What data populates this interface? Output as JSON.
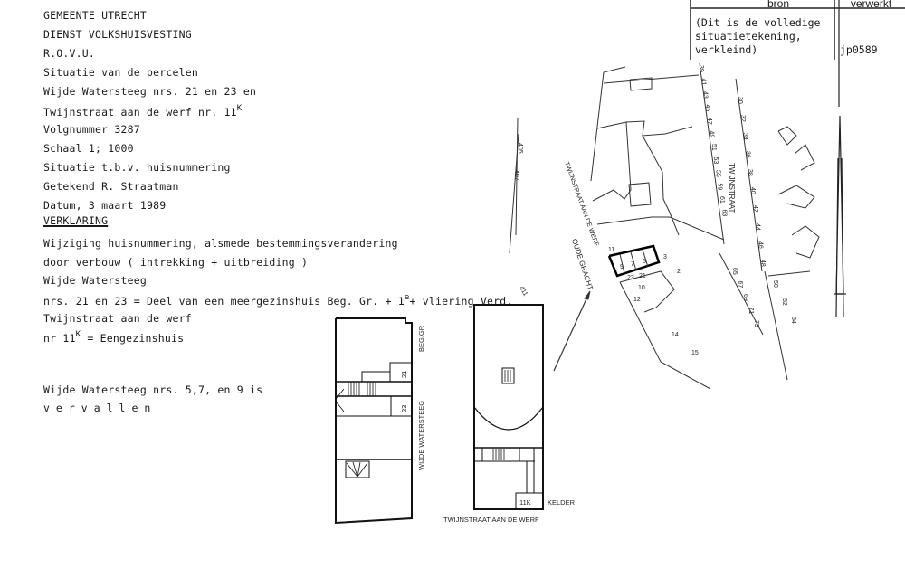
{
  "header": {
    "lines": [
      "GEMEENTE        UTRECHT",
      "DIENST  VOLKSHUISVESTING",
      "R.O.V.U.",
      "Situatie van de percelen",
      "Wijde Watersteeg nrs. 21 en 23 en",
      "Twijnstraat aan de werf nr. 11",
      "Volgnummer 3287",
      "Schaal 1; 1000",
      "Situatie t.b.v. huisnummering",
      "Getekend R. Straatman",
      "Datum, 3 maart 1989"
    ],
    "sup_k": "K",
    "verklaring": "VERKLARING"
  },
  "body": {
    "line1": "Wijziging huisnummering, alsmede bestemmingsverandering",
    "line2": "door verbouw ( intrekking + uitbreiding )",
    "line3": "Wijde Watersteeg",
    "line4a": "nrs. 21 en 23 = Deel van een meergezinshuis Beg. Gr. + 1",
    "line4sup": "e",
    "line4b": "+ vliering Verd.",
    "line5": "Twijnstraat aan de werf",
    "line6a": "nr 11",
    "line6sup": "K",
    "line6b": " = Eengezinshuis",
    "line7": "Wijde Watersteeg nrs. 5,7, en 9 is",
    "line8": "vervallen"
  },
  "table": {
    "col1_header": "bron",
    "col2_header": "verwerkt",
    "bron_lines": [
      "(Dit is de volledige",
      "situatietekening,",
      "verkleind)"
    ],
    "verwerkt": "jp0589"
  },
  "map": {
    "street_twijnstraat": "TWIJNSTRAAT",
    "street_werf": "TWIJNSTRAAT AAN DE WERF",
    "oude_gracht": "OUDE GRACHT",
    "west_numbers": [
      "405",
      "407",
      "411"
    ],
    "street_numbers": [
      "39",
      "41",
      "43",
      "45",
      "47",
      "49",
      "51",
      "53",
      "55",
      "59",
      "61",
      "63",
      "65",
      "67",
      "69",
      "71",
      "73"
    ],
    "east_numbers": [
      "30",
      "32",
      "34",
      "36",
      "38",
      "40",
      "42",
      "44",
      "46",
      "48",
      "50",
      "52",
      "54"
    ],
    "block_numbers": [
      "11",
      "9",
      "7",
      "5",
      "3",
      "23",
      "21",
      "10",
      "12",
      "14",
      "15",
      "2"
    ]
  },
  "plans": {
    "left": {
      "beg_gr": "BEG.GR",
      "n21": "21",
      "n23": "23",
      "street": "WIJDE WATERSTEEG"
    },
    "right": {
      "n11k": "11K",
      "kelder": "KELDER",
      "street": "TWIJNSTRAAT AAN DE WERF"
    }
  }
}
